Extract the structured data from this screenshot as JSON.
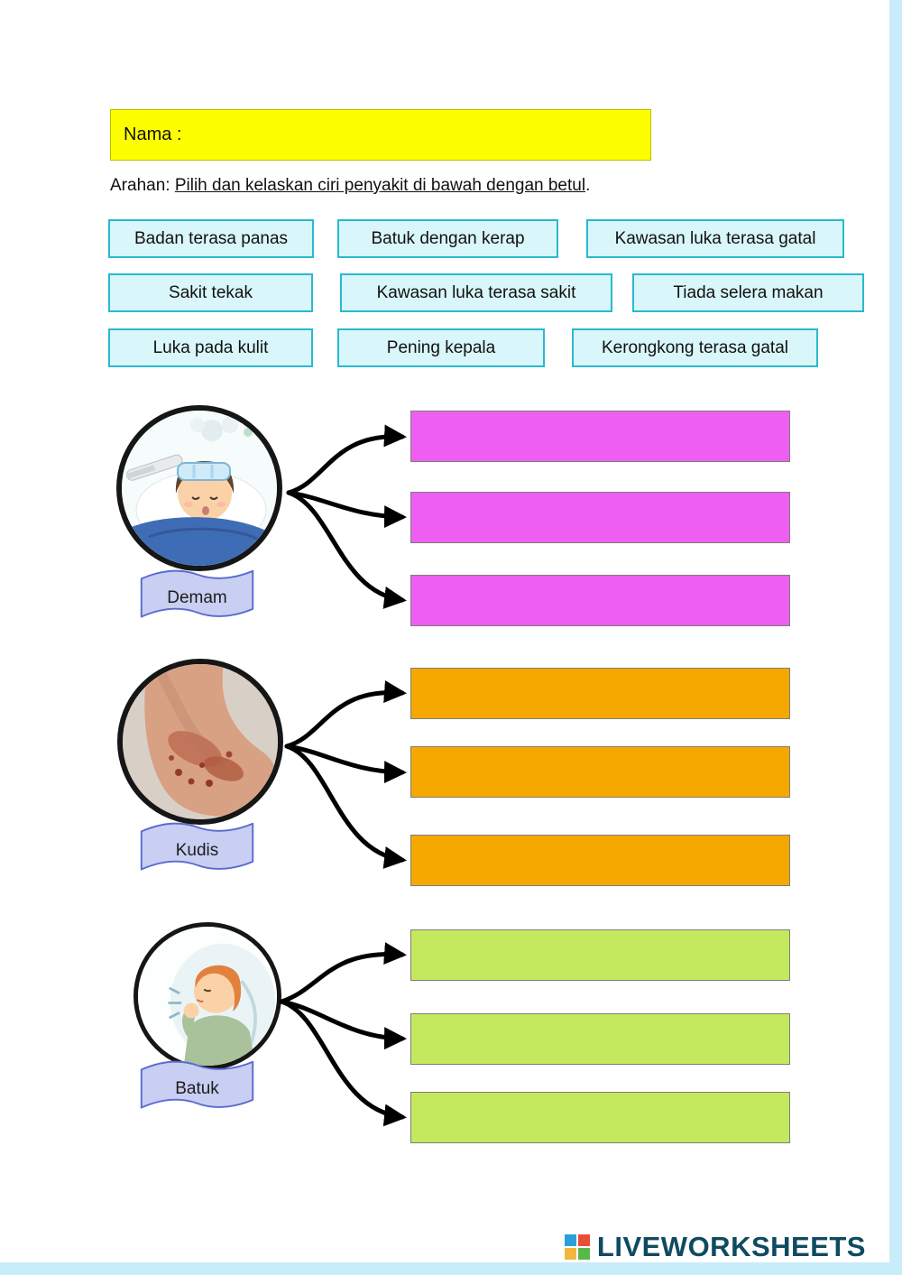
{
  "page": {
    "name_label": "Nama :",
    "instruction": {
      "prefix": "Arahan: ",
      "underlined": "Pilih dan kelaskan ciri penyakit di bawah dengan betul",
      "suffix": "."
    }
  },
  "bank": {
    "items": [
      "Badan terasa panas",
      "Batuk dengan kerap",
      "Kawasan luka  terasa gatal",
      "Sakit tekak",
      "Kawasan luka terasa sakit",
      "Tiada selera makan",
      "Luka pada kulit",
      "Pening kepala",
      "Kerongkong terasa gatal"
    ]
  },
  "sections": [
    {
      "label": "Demam",
      "image": "child-with-fever-illustration",
      "slot_color": "#ee5ef0",
      "slot_count": 3
    },
    {
      "label": "Kudis",
      "image": "scabies-foot-photo",
      "slot_color": "#f6a800",
      "slot_count": 3
    },
    {
      "label": "Batuk",
      "image": "coughing-person-illustration",
      "slot_color": "#c4e95e",
      "slot_count": 3
    }
  ],
  "colors": {
    "name_box_fill": "#fdff00",
    "chip_fill": "#d9f6fa",
    "chip_border": "#29b9cf",
    "banner_fill": "#c9cff3",
    "banner_border": "#5a6ad0",
    "page_edge": "#c9ecfa",
    "arrow": "#000000"
  },
  "footer": {
    "brand": "LIVEWORKSHEETS"
  }
}
